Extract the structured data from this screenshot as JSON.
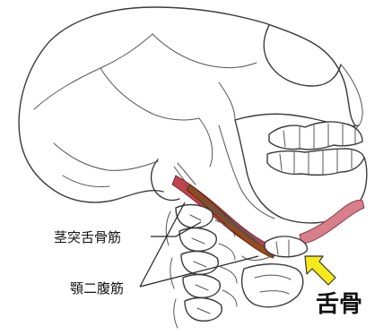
{
  "labels": {
    "stylohyoid": "茎突舌骨筋",
    "digastric": "顎二腹筋",
    "hyoid": "舌骨"
  },
  "colors": {
    "muscle_red": "#c0444e",
    "muscle_pink": "#d77f8a",
    "muscle_brown": "#9a4a1a",
    "arrow_yellow": "#f4ea1a"
  }
}
